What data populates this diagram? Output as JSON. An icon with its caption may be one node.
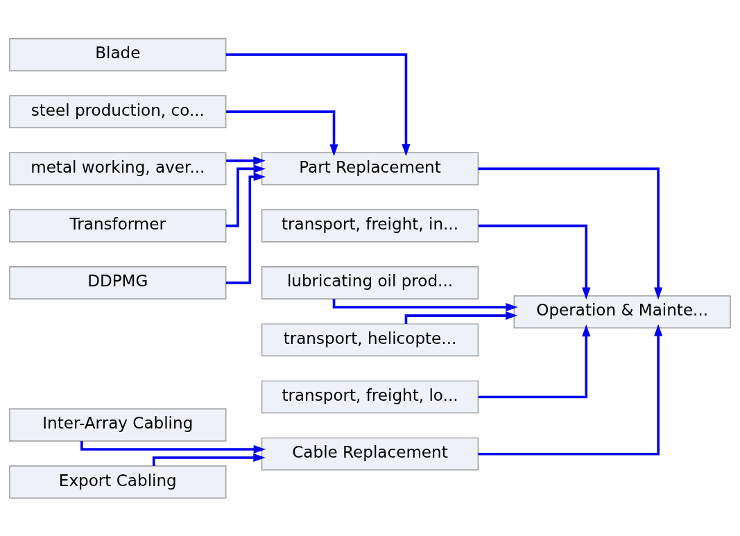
{
  "diagram": {
    "nodes": [
      {
        "text": [
          "Blade"
        ]
      },
      {
        "text": [
          "steel production, co..."
        ]
      },
      {
        "text": [
          "metal working, aver..."
        ]
      },
      {
        "text": [
          "Transformer"
        ]
      },
      {
        "text": [
          "DDPMG"
        ]
      },
      {
        "text": [
          "Part Replacement"
        ]
      },
      {
        "text": [
          "transport, freight, in..."
        ]
      },
      {
        "text": [
          "lubricating oil prod..."
        ]
      },
      {
        "text": [
          "transport, helicopte..."
        ]
      },
      {
        "text": [
          "transport, freight, lo..."
        ]
      },
      {
        "text": [
          "Inter-Array Cabling"
        ]
      },
      {
        "text": [
          "Export Cabling"
        ]
      },
      {
        "text": [
          "Cable Replacement"
        ]
      },
      {
        "text": [
          "Operation & Mainte..."
        ]
      }
    ],
    "edges": [
      {
        "from": 0,
        "to": 5,
        "arrow": "to"
      },
      {
        "from": 1,
        "to": 5,
        "arrow": "to"
      },
      {
        "from": 2,
        "to": 5,
        "arrow": "to"
      },
      {
        "from": 3,
        "to": 5,
        "arrow": "to"
      },
      {
        "from": 4,
        "to": 5,
        "arrow": "to"
      },
      {
        "from": 5,
        "to": 13,
        "arrow": "to"
      },
      {
        "from": 6,
        "to": 13,
        "arrow": "to"
      },
      {
        "from": 7,
        "to": 13,
        "arrow": "to"
      },
      {
        "from": 8,
        "to": 13,
        "arrow": "to"
      },
      {
        "from": 9,
        "to": 13,
        "arrow": "to"
      },
      {
        "from": 12,
        "to": 13,
        "arrow": "to"
      },
      {
        "from": 10,
        "to": 12,
        "arrow": "to"
      },
      {
        "from": 11,
        "to": 12,
        "arrow": "to"
      }
    ]
  }
}
